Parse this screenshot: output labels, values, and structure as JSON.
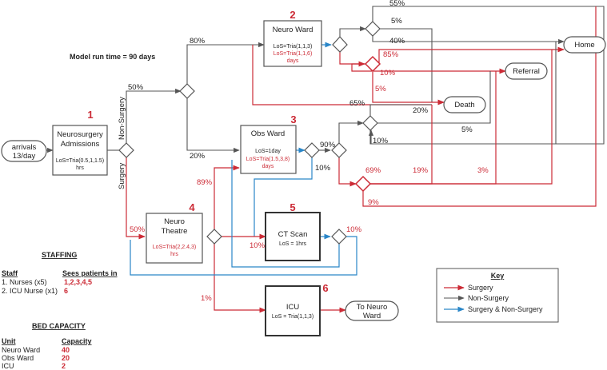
{
  "run_time_label": "Model run time = 90 days",
  "nodes": {
    "arrivals": {
      "line1": "arrivals",
      "line2": "13/day"
    },
    "admissions": {
      "number": "1",
      "line1": "Neurosurgery",
      "line2": "Admissions",
      "los1": "LoS=Tria(0.5,1,1.5)",
      "los2": "hrs"
    },
    "neuro_ward": {
      "number": "2",
      "title": "Neuro Ward",
      "los1": "LoS=Tria(1,1,3)",
      "los2": "LoS=Tria(1,1,6)",
      "los3": "days"
    },
    "obs_ward": {
      "number": "3",
      "title": "Obs Ward",
      "los1": "LoS=1day",
      "los2": "LoS=Tria(1.5,3,8)",
      "los3": "days"
    },
    "neuro_theatre": {
      "number": "4",
      "line1": "Neuro",
      "line2": "Theatre",
      "los1": "LoS=Tria(2,2.4,3)",
      "los2": "hrs"
    },
    "ct_scan": {
      "number": "5",
      "title": "CT Scan",
      "los": "LoS = 1hrs"
    },
    "icu": {
      "number": "6",
      "title": "ICU",
      "los": "LoS = Tria(1,1,3)"
    },
    "home": {
      "label": "Home"
    },
    "referral": {
      "label": "Referral"
    },
    "death": {
      "label": "Death"
    },
    "to_neuro_ward": {
      "line1": "To Neuro",
      "line2": "Ward"
    }
  },
  "route_labels": {
    "non_surgery": "Non-Surgery",
    "surgery": "Surgery"
  },
  "percentages": {
    "p50_top": "50%",
    "p80": "80%",
    "p20": "20%",
    "p50_surg": "50%",
    "p89": "89%",
    "p1": "1%",
    "p10_ct": "10%",
    "p10_ctout": "10%",
    "p90": "90%",
    "p10_obs": "10%",
    "p55": "55%",
    "p5_nw": "5%",
    "p40": "40%",
    "p85": "85%",
    "p10_nwr": "10%",
    "p5_nwr": "5%",
    "p65": "65%",
    "p20_ns": "20%",
    "p5_ns": "5%",
    "p10_ns": "10%",
    "p69": "69%",
    "p19": "19%",
    "p3": "3%",
    "p9": "9%"
  },
  "staffing": {
    "title": "STAFFING",
    "col_staff": "Staff",
    "col_sees": "Sees patients in",
    "rows": [
      {
        "staff": "1. Nurses (x5)",
        "sees": "1,2,3,4,5"
      },
      {
        "staff": "2. ICU Nurse  (x1)",
        "sees": "6"
      }
    ]
  },
  "bed_capacity": {
    "title": "BED CAPACITY",
    "col_unit": "Unit",
    "col_capacity": "Capacity",
    "rows": [
      {
        "unit": "Neuro Ward",
        "capacity": "40"
      },
      {
        "unit": "Obs Ward",
        "capacity": "20"
      },
      {
        "unit": "ICU",
        "capacity": "2"
      }
    ]
  },
  "key": {
    "title": "Key",
    "items": [
      "Surgery",
      "Non-Surgery",
      "Surgery & Non-Surgery"
    ]
  },
  "colors": {
    "surgery": "#cc2b36",
    "non_surgery": "#555555",
    "both": "#2a86c8"
  }
}
